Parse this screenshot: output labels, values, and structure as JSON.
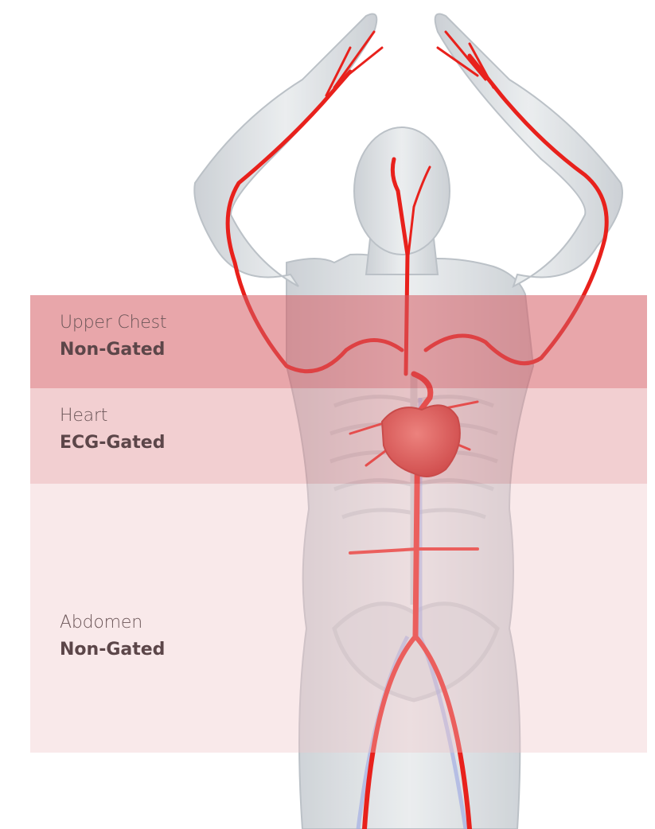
{
  "regions": [
    {
      "name": "Upper Chest",
      "gating": "Non-Gated",
      "color": "#d65c64"
    },
    {
      "name": "Heart",
      "gating": "ECG-Gated",
      "color": "#e08c92"
    },
    {
      "name": "Abdomen",
      "gating": "Non-Gated",
      "color": "#f0c4c8"
    }
  ],
  "colors": {
    "artery": "#e8211c",
    "body": "#d4d8dc",
    "bone": "#c2c6ca",
    "vein": "#9aa6e4",
    "text": "#5c4649"
  },
  "icons": [
    "human-body-figure",
    "heart-icon",
    "artery-network"
  ]
}
